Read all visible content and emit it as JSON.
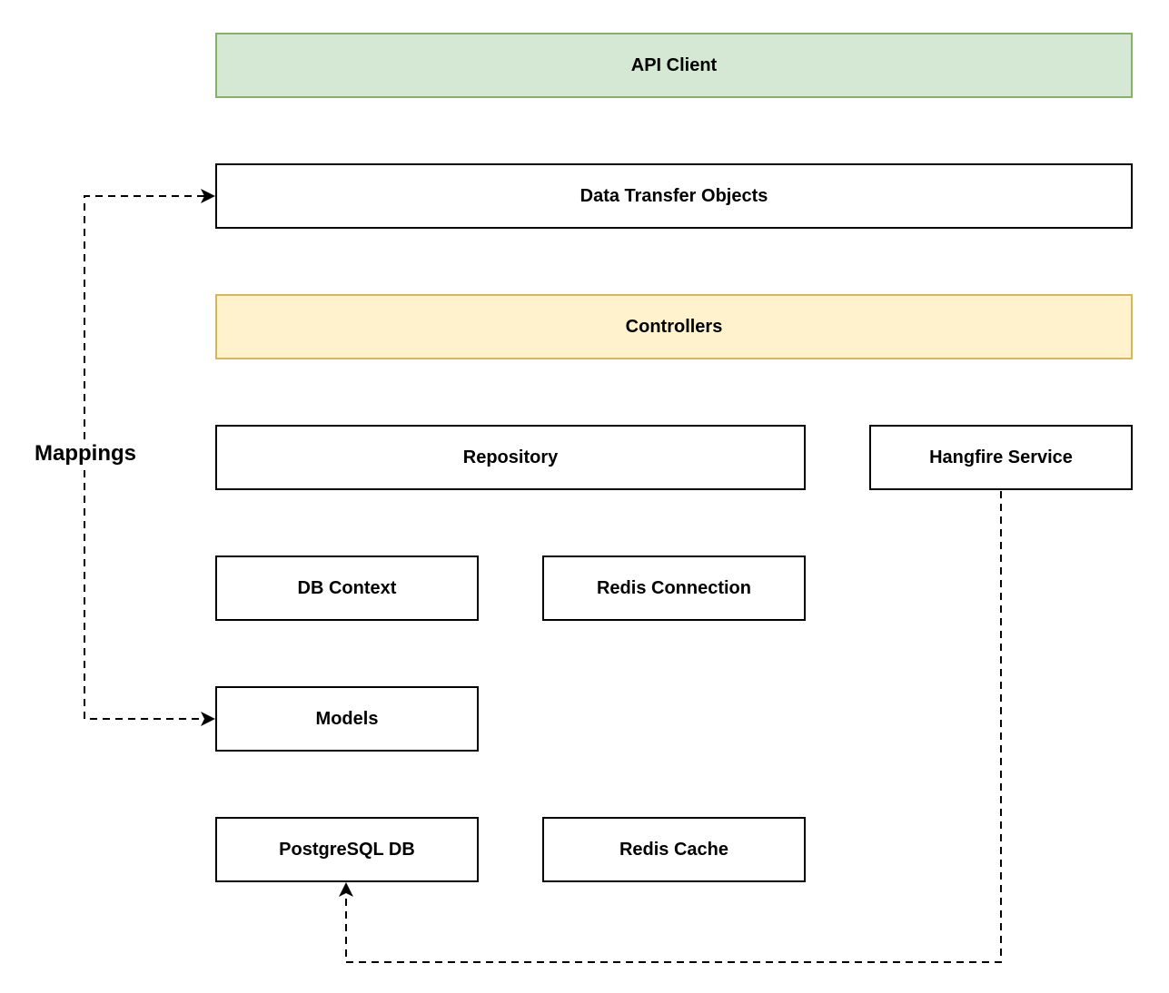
{
  "diagram": {
    "type": "architecture-diagram",
    "background_color": "#ffffff",
    "nodes": [
      {
        "id": "api-client",
        "label": "API Client",
        "fill": "#d5e8d4",
        "stroke": "#82b366"
      },
      {
        "id": "data-transfer-objects",
        "label": "Data Transfer Objects",
        "fill": "#ffffff",
        "stroke": "#000000"
      },
      {
        "id": "controllers",
        "label": "Controllers",
        "fill": "#fff2cc",
        "stroke": "#d6b656"
      },
      {
        "id": "repository",
        "label": "Repository",
        "fill": "#ffffff",
        "stroke": "#000000"
      },
      {
        "id": "hangfire-service",
        "label": "Hangfire Service",
        "fill": "#ffffff",
        "stroke": "#000000"
      },
      {
        "id": "db-context",
        "label": "DB Context",
        "fill": "#ffffff",
        "stroke": "#000000"
      },
      {
        "id": "redis-connection",
        "label": "Redis Connection",
        "fill": "#ffffff",
        "stroke": "#000000"
      },
      {
        "id": "models",
        "label": "Models",
        "fill": "#ffffff",
        "stroke": "#000000"
      },
      {
        "id": "postgresql-db",
        "label": "PostgreSQL DB",
        "fill": "#ffffff",
        "stroke": "#000000"
      },
      {
        "id": "redis-cache",
        "label": "Redis Cache",
        "fill": "#ffffff",
        "stroke": "#000000"
      }
    ],
    "edge_label": "Mappings",
    "connectors": [
      {
        "from": "mappings-label",
        "to": "data-transfer-objects",
        "style": "dashed",
        "arrow": "right"
      },
      {
        "from": "mappings-label",
        "to": "models",
        "style": "dashed",
        "arrow": "right"
      },
      {
        "from": "hangfire-service",
        "to": "postgresql-db",
        "style": "dashed",
        "arrow": "up"
      }
    ],
    "line_color": "#000000",
    "text_color": "#000000"
  }
}
